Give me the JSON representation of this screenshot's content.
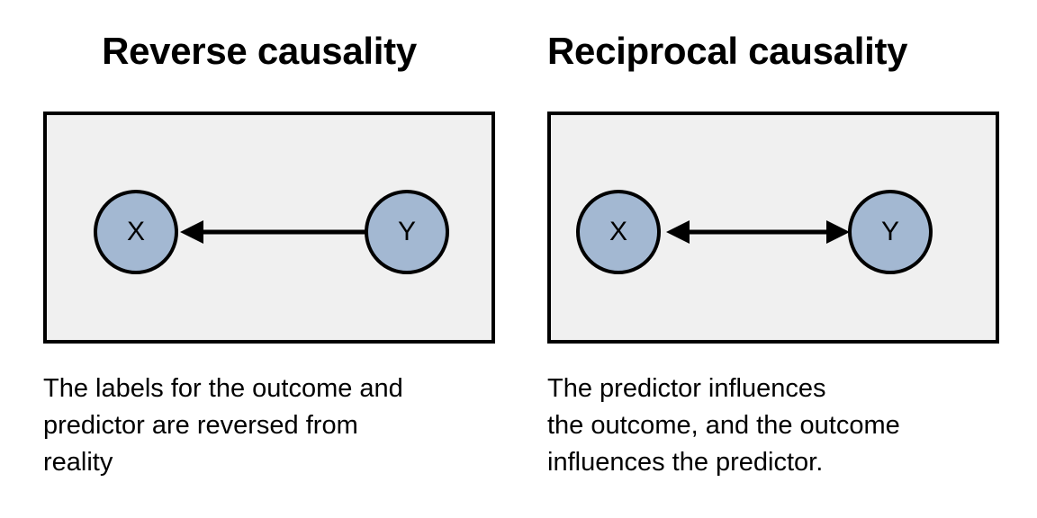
{
  "figure": {
    "background_color": "#ffffff",
    "panel_background_color": "#f0f0f0",
    "panel_border_color": "#000000",
    "node_fill_color": "#a3b8d2",
    "node_border_color": "#000000",
    "arrow_color": "#000000"
  },
  "panels": [
    {
      "title": "Reverse causality",
      "nodes": [
        {
          "label": "X",
          "position": "left"
        },
        {
          "label": "Y",
          "position": "right"
        }
      ],
      "arrow": {
        "type": "single",
        "direction": "right-to-left",
        "from": "Y",
        "to": "X",
        "glyph": "←"
      },
      "caption": "The labels for the outcome and\npredictor are reversed from\nreality"
    },
    {
      "title": "Reciprocal causality",
      "nodes": [
        {
          "label": "X",
          "position": "left"
        },
        {
          "label": "Y",
          "position": "right"
        }
      ],
      "arrow": {
        "type": "double",
        "direction": "bidirectional",
        "from": "X",
        "to": "Y",
        "glyph": "↔"
      },
      "caption": "The predictor influences\nthe outcome, and the outcome\ninfluences the predictor."
    }
  ]
}
